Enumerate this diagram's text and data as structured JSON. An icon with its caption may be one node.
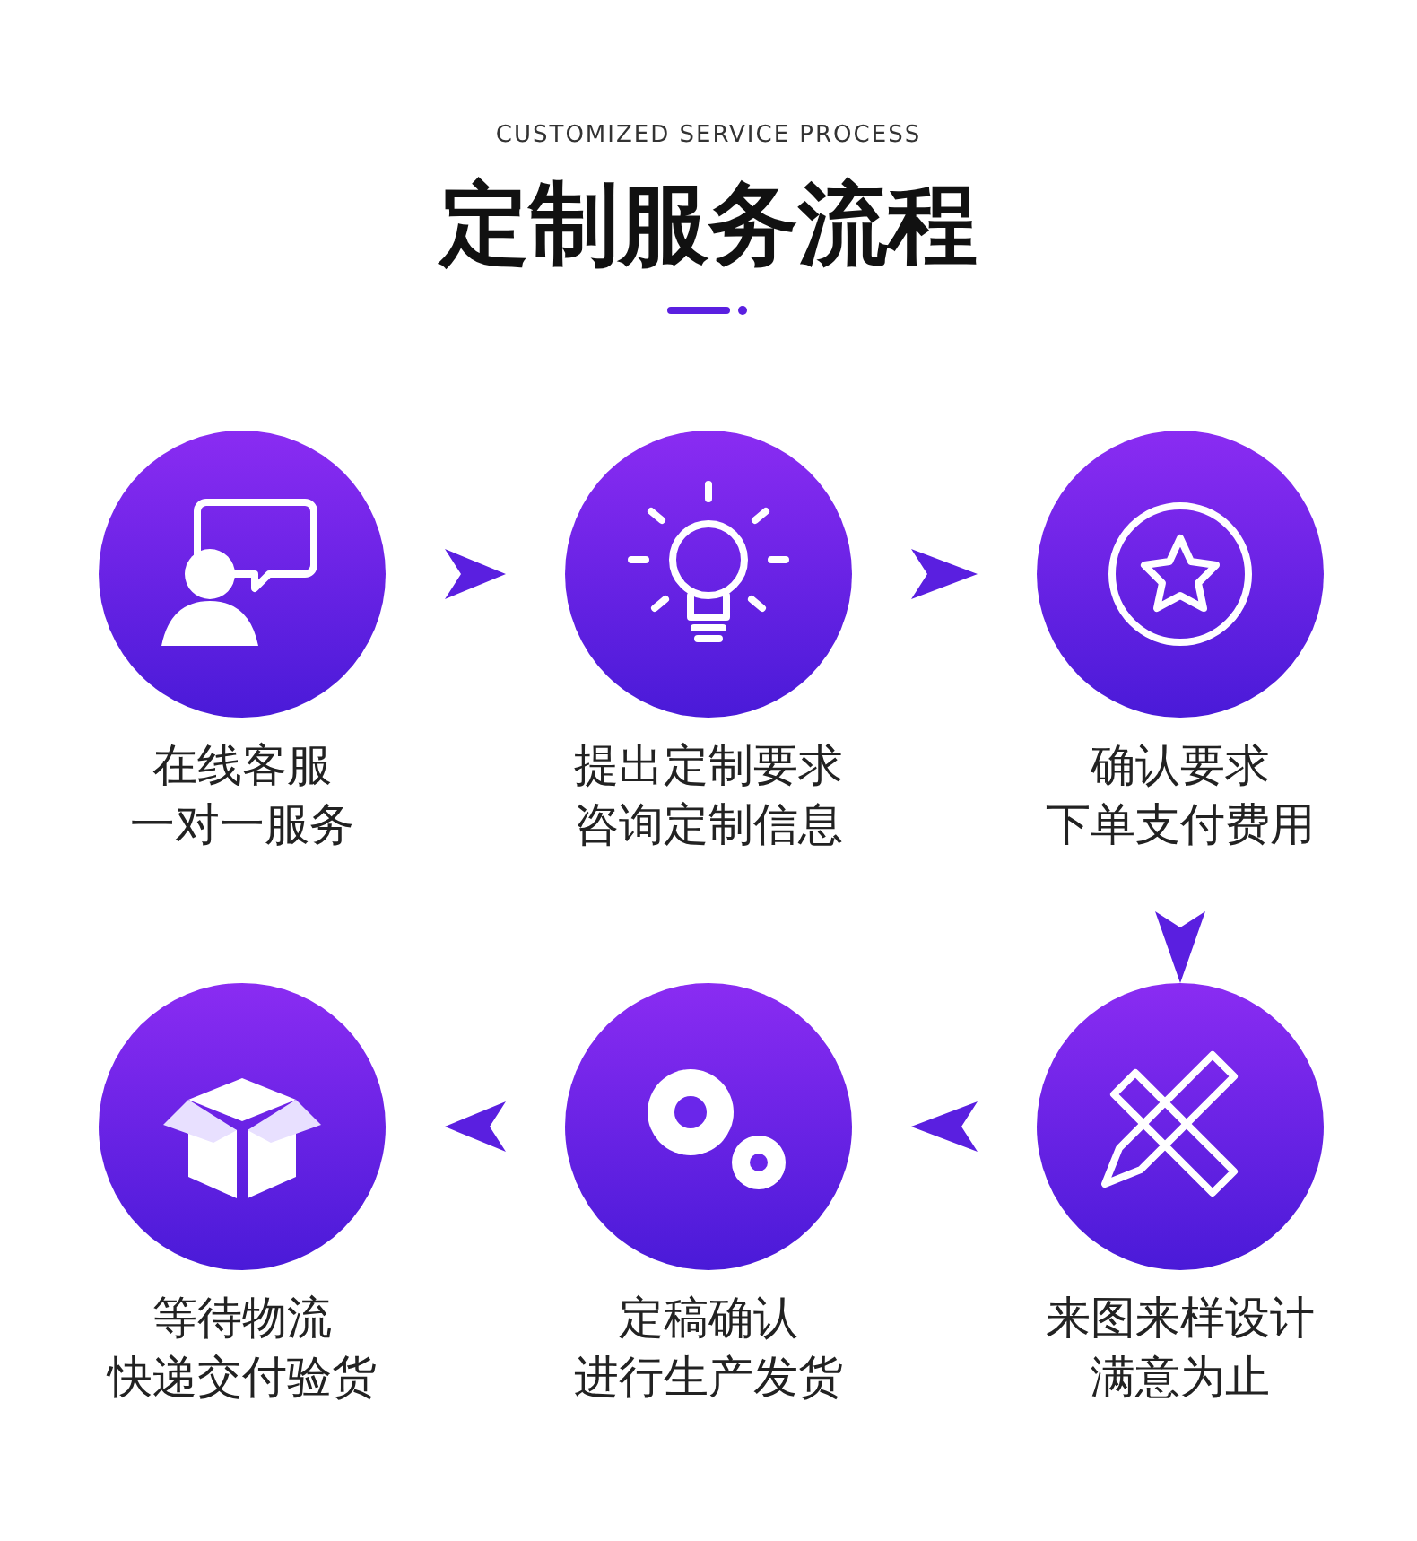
{
  "diagram": {
    "title": "定制服务流程",
    "labels": [
      "CUSTOMIZED SERVICE PROCESS"
    ],
    "nodes": [
      {
        "text": [
          "在线客服",
          "一对一服务"
        ]
      },
      {
        "text": [
          "提出定制要求",
          "咨询定制信息"
        ]
      },
      {
        "text": [
          "确认要求",
          "下单支付费用"
        ]
      },
      {
        "text": [
          "等待物流",
          "快递交付验货"
        ]
      },
      {
        "text": [
          "定稿确认",
          "进行生产发货"
        ]
      },
      {
        "text": [
          "来图来样设计",
          "满意为止"
        ]
      }
    ],
    "edges": [
      {
        "from": 0,
        "to": 1,
        "arrow": "to"
      },
      {
        "from": 1,
        "to": 2,
        "arrow": "to"
      },
      {
        "from": 2,
        "to": 5,
        "arrow": "to"
      },
      {
        "from": 5,
        "to": 4,
        "arrow": "to"
      },
      {
        "from": 4,
        "to": 3,
        "arrow": "to"
      }
    ]
  }
}
